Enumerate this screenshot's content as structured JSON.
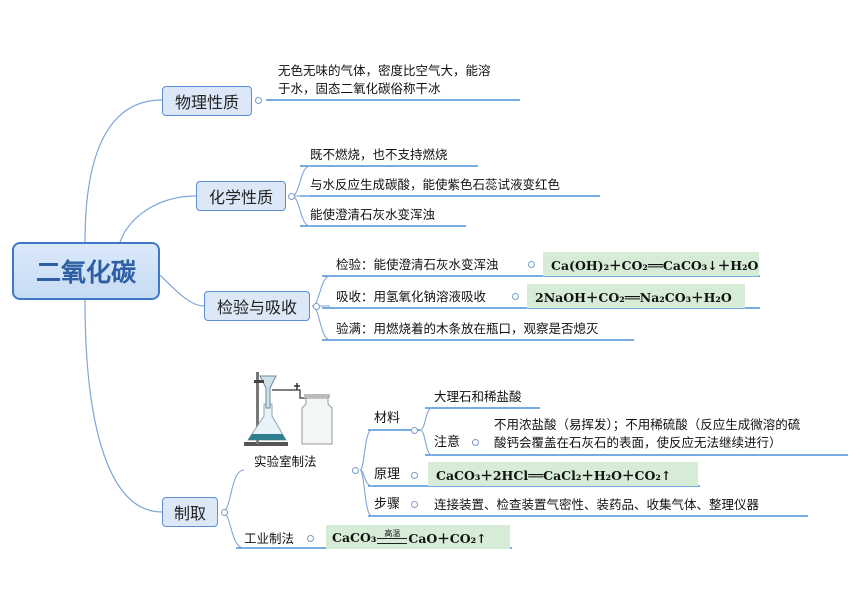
{
  "root": {
    "label": "二氧化碳"
  },
  "physical": {
    "label": "物理性质",
    "line1": "无色无味的气体，密度比空气大，能溶",
    "line2": "于水，固态二氧化碳俗称干冰"
  },
  "chemical": {
    "label": "化学性质",
    "items": [
      "既不燃烧，也不支持燃烧",
      "与水反应生成碳酸，能使紫色石蕊试液变红色",
      "能使澄清石灰水变浑浊"
    ]
  },
  "test": {
    "label": "检验与吸收",
    "check": {
      "text": "检验：能使澄清石灰水变浑浊",
      "formula": "Ca(OH)₂＋CO₂══CaCO₃↓＋H₂O"
    },
    "absorb": {
      "text": "吸收：用氢氧化钠溶液吸收",
      "formula": "2NaOH＋CO₂══Na₂CO₃＋H₂O"
    },
    "full": {
      "text": "验满：用燃烧着的木条放在瓶口，观察是否熄灭"
    }
  },
  "prep": {
    "label": "制取",
    "lab": {
      "label": "实验室制法",
      "materials": {
        "label": "材料",
        "value": "大理石和稀盐酸"
      },
      "note": {
        "label": "注意",
        "line1": "不用浓盐酸（易挥发）；不用稀硫酸（反应生成微溶的硫",
        "line2": "酸钙会覆盖在石灰石的表面，使反应无法继续进行）"
      },
      "principle": {
        "label": "原理",
        "formula": "CaCO₃＋2HCl══CaCl₂＋H₂O＋CO₂↑"
      },
      "steps": {
        "label": "步骤",
        "value": "连接装置、检查装置气密性、装药品、收集气体、整理仪器"
      }
    },
    "industrial": {
      "label": "工业制法",
      "formula_left": "CaCO₃",
      "condition": "高温",
      "formula_right": "CaO＋CO₂↑"
    }
  },
  "colors": {
    "line": "#4a8fd8",
    "branch_border": "#5b8fd3",
    "formula_bg": "#d6ecd6"
  }
}
